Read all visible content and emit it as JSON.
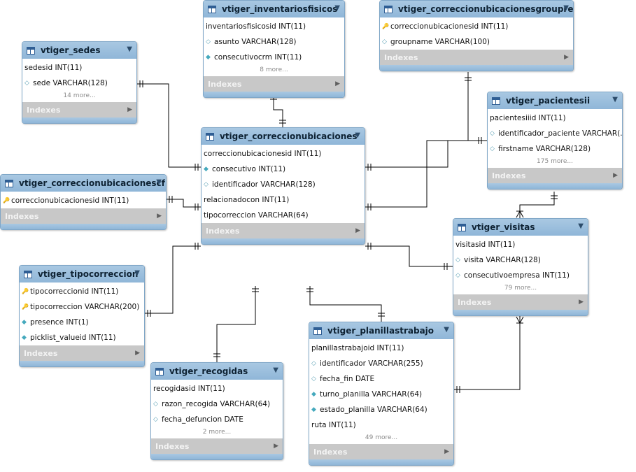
{
  "tables": [
    {
      "key": "sedes",
      "name": "vtiger_sedes",
      "columns": [
        {
          "icon": "none",
          "text": "sedesid INT(11)"
        },
        {
          "icon": "hollow",
          "text": "sede VARCHAR(128)"
        }
      ],
      "more": "14 more...",
      "indexes": "Indexes"
    },
    {
      "key": "inventariosfisicos",
      "name": "vtiger_inventariosfisicos",
      "columns": [
        {
          "icon": "none",
          "text": "inventariosfisicosid INT(11)"
        },
        {
          "icon": "hollow",
          "text": "asunto VARCHAR(128)"
        },
        {
          "icon": "filled",
          "text": "consecutivocrm INT(11)"
        }
      ],
      "more": "8 more...",
      "indexes": "Indexes"
    },
    {
      "key": "grouprel",
      "name": "vtiger_correccionubicacionesgrouprel",
      "columns": [
        {
          "icon": "key",
          "text": "correccionubicacionesid INT(11)"
        },
        {
          "icon": "hollow",
          "text": "groupname VARCHAR(100)"
        }
      ],
      "more": "",
      "indexes": "Indexes"
    },
    {
      "key": "pacientesii",
      "name": "vtiger_pacientesii",
      "columns": [
        {
          "icon": "none",
          "text": "pacientesiiid INT(11)"
        },
        {
          "icon": "hollow",
          "text": "identificador_paciente VARCHAR(..."
        },
        {
          "icon": "hollow",
          "text": "firstname VARCHAR(128)"
        }
      ],
      "more": "175 more...",
      "indexes": "Indexes"
    },
    {
      "key": "correccionubicaciones",
      "name": "vtiger_correccionubicaciones",
      "columns": [
        {
          "icon": "none",
          "text": "correccionubicacionesid INT(11)"
        },
        {
          "icon": "filled",
          "text": "consecutivo INT(11)"
        },
        {
          "icon": "hollow",
          "text": "identificador VARCHAR(128)"
        },
        {
          "icon": "none",
          "text": "relacionadocon INT(11)"
        },
        {
          "icon": "none",
          "text": "tipocorreccion VARCHAR(64)"
        }
      ],
      "more": "",
      "indexes": "Indexes"
    },
    {
      "key": "cf",
      "name": "vtiger_correccionubicacionescf",
      "columns": [
        {
          "icon": "key",
          "text": "correccionubicacionesid INT(11)"
        }
      ],
      "more": "",
      "indexes": "Indexes"
    },
    {
      "key": "tipocorreccion",
      "name": "vtiger_tipocorreccion",
      "columns": [
        {
          "icon": "key",
          "text": "tipocorreccionid INT(11)"
        },
        {
          "icon": "key",
          "text": "tipocorreccion VARCHAR(200)"
        },
        {
          "icon": "filled",
          "text": "presence INT(1)"
        },
        {
          "icon": "filled",
          "text": "picklist_valueid INT(11)"
        }
      ],
      "more": "",
      "indexes": "Indexes"
    },
    {
      "key": "visitas",
      "name": "vtiger_visitas",
      "columns": [
        {
          "icon": "none",
          "text": "visitasid INT(11)"
        },
        {
          "icon": "hollow",
          "text": "visita VARCHAR(128)"
        },
        {
          "icon": "hollow",
          "text": "consecutivoempresa INT(11)"
        }
      ],
      "more": "79 more...",
      "indexes": "Indexes"
    },
    {
      "key": "recogidas",
      "name": "vtiger_recogidas",
      "columns": [
        {
          "icon": "none",
          "text": "recogidasid INT(11)"
        },
        {
          "icon": "hollow",
          "text": "razon_recogida VARCHAR(64)"
        },
        {
          "icon": "hollow",
          "text": "fecha_defuncion DATE"
        }
      ],
      "more": "2 more...",
      "indexes": "Indexes"
    },
    {
      "key": "planillastrabajo",
      "name": "vtiger_planillastrabajo",
      "columns": [
        {
          "icon": "none",
          "text": "planillastrabajoid INT(11)"
        },
        {
          "icon": "hollow",
          "text": "identificador VARCHAR(255)"
        },
        {
          "icon": "hollow",
          "text": "fecha_fin DATE"
        },
        {
          "icon": "filled",
          "text": "turno_planilla VARCHAR(64)"
        },
        {
          "icon": "filled",
          "text": "estado_planilla VARCHAR(64)"
        },
        {
          "icon": "none",
          "text": "ruta INT(11)"
        }
      ],
      "more": "49 more...",
      "indexes": "Indexes"
    }
  ],
  "colors": {
    "header": "#94bada",
    "index_bar": "#c8c8c8",
    "key_icon": "#e6b800",
    "column_icon": "#45a9bd"
  }
}
